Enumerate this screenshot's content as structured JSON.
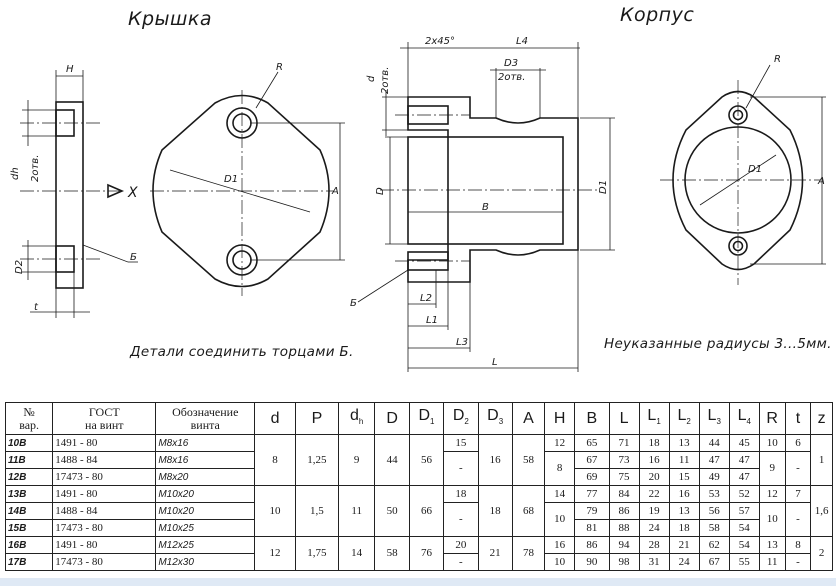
{
  "titles": {
    "left": "Крышка",
    "right": "Корпус"
  },
  "notes": {
    "left": "Детали соединить торцами Б.",
    "right": "Неуказанные радиусы 3...5мм."
  },
  "drawing_labels": {
    "H": "H",
    "R_left": "R",
    "D1_left": "D1",
    "A_left": "A",
    "X": "X",
    "B_left": "Б",
    "dh": "dh",
    "two_holes_1": "2отв.",
    "D2": "D2",
    "t": "t",
    "chamfer": "2х45°",
    "L4": "L4",
    "d": "d",
    "two_holes_2": "2отв.",
    "D3": "D3",
    "two_holes_3": "2отв.",
    "D": "D",
    "B_dim": "B",
    "D1_mid": "D1",
    "B_mid": "Б",
    "L2": "L2",
    "L1": "L1",
    "L3": "L3",
    "L": "L",
    "R_right": "R",
    "D1_right": "D1",
    "A_right": "A"
  },
  "table": {
    "headers": {
      "num": "№",
      "num2": "вар.",
      "gost": "ГОСТ",
      "gost2": "на винт",
      "desig": "Обозначение",
      "desig2": "винта",
      "d": "d",
      "P": "P",
      "dh": "d",
      "dh_sub": "h",
      "D": "D",
      "D1": "D",
      "D1_sub": "1",
      "D2": "D",
      "D2_sub": "2",
      "D3": "D",
      "D3_sub": "3",
      "A": "A",
      "H": "H",
      "B": "B",
      "L": "L",
      "L1": "L",
      "L1_sub": "1",
      "L2": "L",
      "L2_sub": "2",
      "L3": "L",
      "L3_sub": "3",
      "L4": "L",
      "L4_sub": "4",
      "R": "R",
      "t": "t",
      "z": "z"
    },
    "rows": [
      {
        "num": "10В",
        "gost": "1491 - 80",
        "desig": "М8х16",
        "D2": "15",
        "H": "12",
        "B": "65",
        "L": "71",
        "L1": "18",
        "L2": "13",
        "L3": "44",
        "L4": "45",
        "R": "10",
        "t": "6"
      },
      {
        "num": "11В",
        "gost": "1488 - 84",
        "desig": "М8х16",
        "D2": "-",
        "H": "8",
        "B": "67",
        "L": "73",
        "L1": "16",
        "L2": "11",
        "L3": "47",
        "L4": "47",
        "R": "9",
        "t": "-"
      },
      {
        "num": "12В",
        "gost": "17473 - 80",
        "desig": "М8х20",
        "D2": "",
        "H": "",
        "B": "69",
        "L": "75",
        "L1": "20",
        "L2": "15",
        "L3": "49",
        "L4": "47",
        "R": "",
        "t": ""
      },
      {
        "num": "13В",
        "gost": "1491 - 80",
        "desig": "М10х20",
        "D2": "18",
        "H": "14",
        "B": "77",
        "L": "84",
        "L1": "22",
        "L2": "16",
        "L3": "53",
        "L4": "52",
        "R": "12",
        "t": "7"
      },
      {
        "num": "14В",
        "gost": "1488 - 84",
        "desig": "М10х20",
        "D2": "-",
        "H": "10",
        "B": "79",
        "L": "86",
        "L1": "19",
        "L2": "13",
        "L3": "56",
        "L4": "57",
        "R": "10",
        "t": "-"
      },
      {
        "num": "15В",
        "gost": "17473 - 80",
        "desig": "М10х25",
        "D2": "",
        "H": "",
        "B": "81",
        "L": "88",
        "L1": "24",
        "L2": "18",
        "L3": "58",
        "L4": "54",
        "R": "",
        "t": ""
      },
      {
        "num": "16В",
        "gost": "1491 - 80",
        "desig": "М12х25",
        "D2": "20",
        "H": "16",
        "B": "86",
        "L": "94",
        "L1": "28",
        "L2": "21",
        "L3": "62",
        "L4": "54",
        "R": "13",
        "t": "8"
      },
      {
        "num": "17В",
        "gost": "17473 - 80",
        "desig": "М12х30",
        "D2": "-",
        "H": "10",
        "B": "90",
        "L": "98",
        "L1": "31",
        "L2": "24",
        "L3": "67",
        "L4": "55",
        "R": "11",
        "t": "-"
      }
    ],
    "groups": [
      {
        "d": "8",
        "P": "1,25",
        "dh": "9",
        "D": "44",
        "D1": "56",
        "D3": "16",
        "A": "58",
        "z": "1"
      },
      {
        "d": "10",
        "P": "1,5",
        "dh": "11",
        "D": "50",
        "D1": "66",
        "D3": "18",
        "A": "68",
        "z": "1,6"
      },
      {
        "d": "12",
        "P": "1,75",
        "dh": "14",
        "D": "58",
        "D1": "76",
        "D3": "21",
        "A": "78",
        "z": "2"
      }
    ]
  }
}
